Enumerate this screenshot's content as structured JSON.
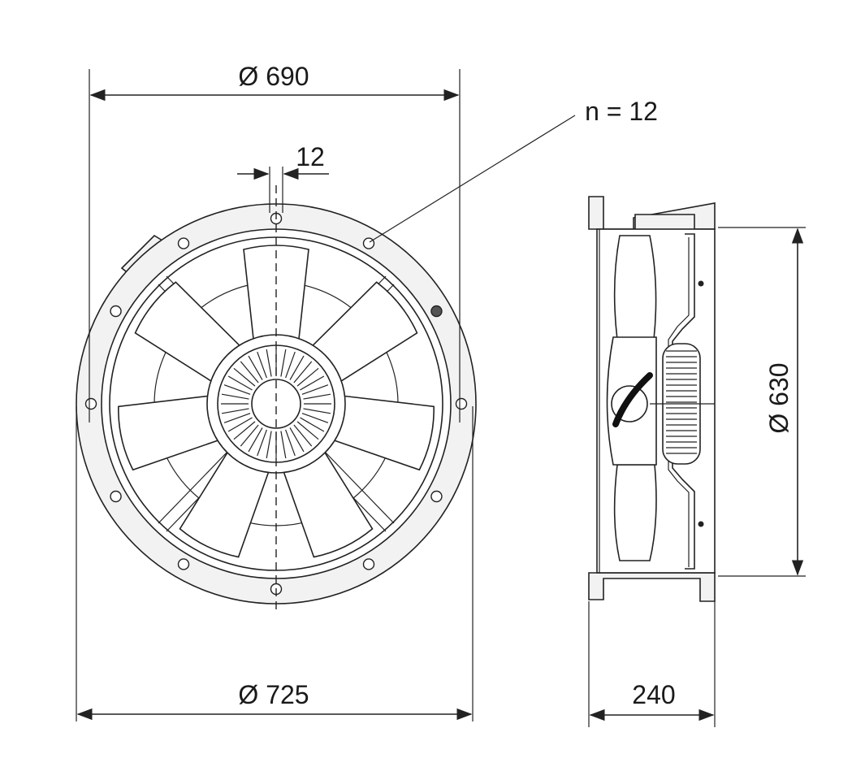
{
  "dimensions": {
    "flange_diameter": "Ø 690",
    "outer_diameter": "Ø 725",
    "hole_size": "12",
    "hole_count": "n = 12",
    "duct_diameter": "Ø 630",
    "depth": "240"
  },
  "colors": {
    "line": "#222222",
    "part_fill": "#f2f2f2",
    "background": "#ffffff"
  }
}
